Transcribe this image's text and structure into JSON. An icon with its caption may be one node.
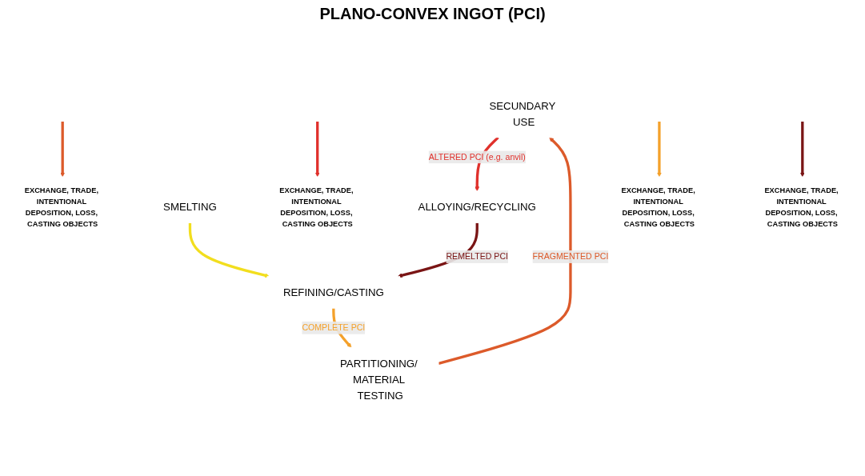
{
  "diagram": {
    "title": "PLANO-CONVEX INGOT (PCI)",
    "nodes": [
      {
        "text": [
          "SECUNDARY USE"
        ]
      },
      {
        "text": [
          "ALLOYING/RECYCLING"
        ]
      },
      {
        "text": [
          "REFINING/CASTING"
        ]
      },
      {
        "text": [
          "PARTITIONING/ MATERIAL TESTING"
        ]
      },
      {
        "text": [
          "SMELTING"
        ]
      },
      {
        "text": [
          "EXCHANGE, TRADE, INTENTIONAL DEPOSITION, LOSS, CASTING OBJECTS"
        ]
      },
      {
        "text": [
          "EXCHANGE, TRADE, INTENTIONAL DEPOSITION, LOSS, CASTING OBJECTS"
        ]
      },
      {
        "text": [
          "EXCHANGE, TRADE, INTENTIONAL DEPOSITION, LOSS, CASTING OBJECTS"
        ]
      },
      {
        "text": [
          "EXCHANGE, TRADE, INTENTIONAL DEPOSITION, LOSS, CASTING OBJECTS"
        ]
      }
    ],
    "edges": [
      {
        "from": 2,
        "to": 3,
        "arrow": "to",
        "label": "COMPLETE PCI",
        "color": "#f4a12b"
      },
      {
        "from": 3,
        "to": 0,
        "arrow": "to",
        "label": "FRAGMENTED PCI",
        "color": "#dc5a2a"
      },
      {
        "from": 0,
        "to": 1,
        "arrow": "to",
        "label": "ALTERED PCI (e.g. anvil)",
        "color": "#e0312c"
      },
      {
        "from": 1,
        "to": 2,
        "arrow": "to",
        "label": "REMELTED PCI",
        "color": "#7a1515"
      },
      {
        "from": 4,
        "to": 2,
        "arrow": "to",
        "color": "#f2de1e"
      },
      {
        "from": null,
        "to": 5,
        "arrow": "to",
        "color": "#dc5a2a"
      },
      {
        "from": null,
        "to": 6,
        "arrow": "to",
        "color": "#e0312c"
      },
      {
        "from": null,
        "to": 7,
        "arrow": "to",
        "color": "#f4a12b"
      },
      {
        "from": null,
        "to": 8,
        "arrow": "to",
        "color": "#7a1515"
      }
    ]
  }
}
